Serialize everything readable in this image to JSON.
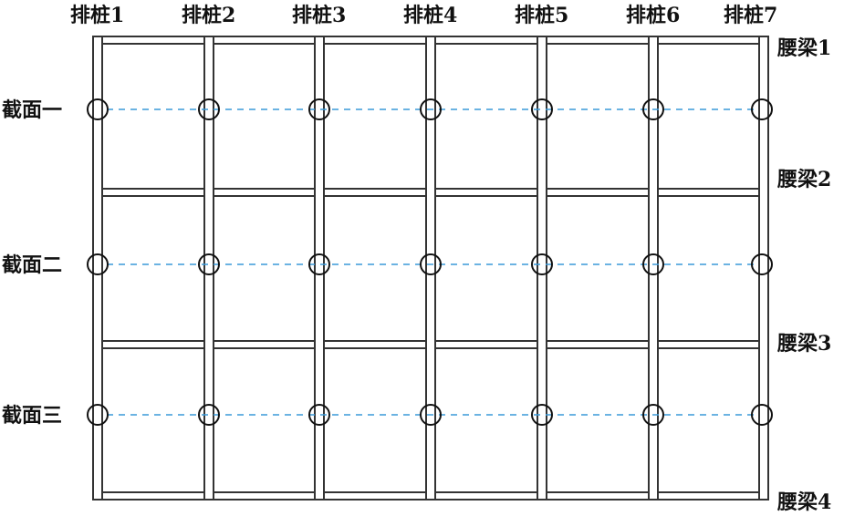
{
  "piles": [
    "排桩1",
    "排桩2",
    "排桩3",
    "排桩4",
    "排桩5",
    "排桩6",
    "排桩7"
  ],
  "beams": [
    "腰梁1",
    "腰梁2",
    "腰梁3",
    "腰梁4"
  ],
  "sections": [
    "截面一",
    "截面二",
    "截面三"
  ],
  "colors": {
    "frame": "#333333",
    "section_line": "#3a9ad9",
    "circle": "#111111"
  }
}
